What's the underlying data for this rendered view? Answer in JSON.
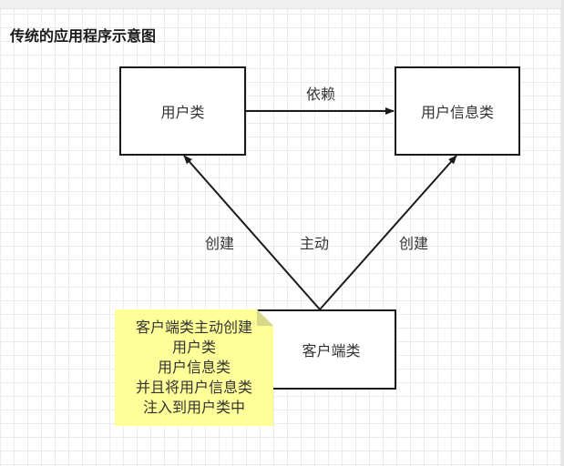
{
  "title": "传统的应用程序示意图",
  "boxes": {
    "user_class": "用户类",
    "user_info_class": "用户信息类",
    "client_class": "客户端类"
  },
  "edges": {
    "depends": "依赖",
    "create_left": "创建",
    "active": "主动",
    "create_right": "创建"
  },
  "note": {
    "lines": [
      "客户端类主动创建",
      "用户类",
      "用户信息类",
      "并且将用户信息类",
      "注入到用户类中"
    ]
  },
  "colors": {
    "stroke": "#1a1a1a",
    "note_fill": "#ffff99",
    "grid": "#ebebeb"
  }
}
